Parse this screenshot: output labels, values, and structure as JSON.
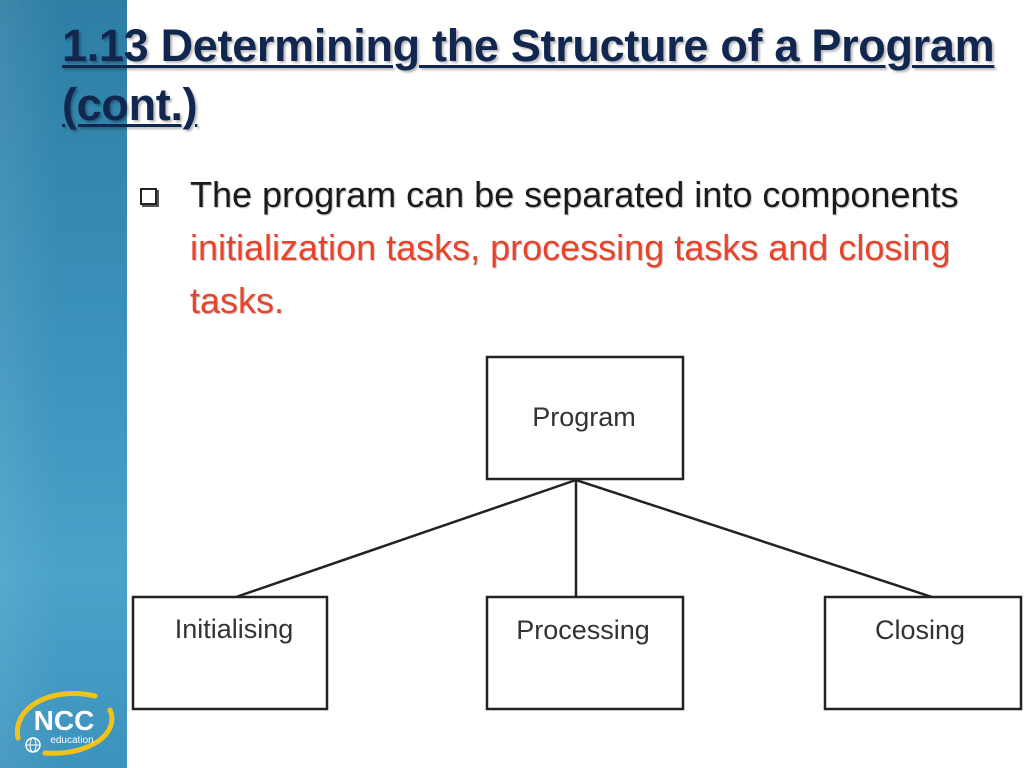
{
  "slide": {
    "title": "1.13 Determining the Structure of a Program (cont.)",
    "bullet": {
      "text_plain": "The program can be separated into components ",
      "text_highlight": "initialization tasks, processing tasks and closing tasks."
    },
    "colors": {
      "title": "#12274f",
      "highlight": "#e8442b",
      "sidebar": "#3b92bb"
    }
  },
  "diagram": {
    "root": {
      "label": "Program"
    },
    "children": [
      {
        "label": "Initialising"
      },
      {
        "label": "Processing"
      },
      {
        "label": "Closing"
      }
    ]
  },
  "logo": {
    "text_main": "NCC",
    "text_sub": "education",
    "icon": "globe-icon"
  }
}
